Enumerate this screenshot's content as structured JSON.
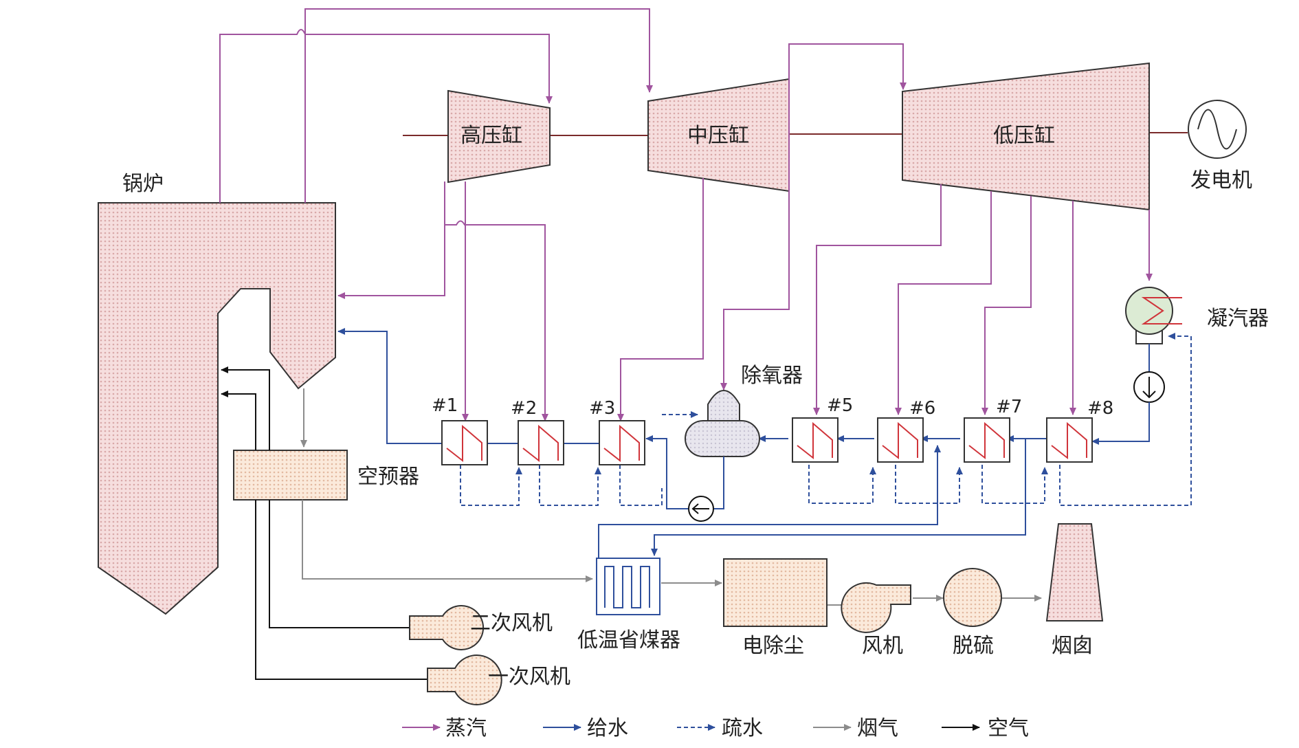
{
  "labels": {
    "boiler": "锅炉",
    "hp": "高压缸",
    "ip": "中压缸",
    "lp": "低压缸",
    "generator": "发电机",
    "condenser": "凝汽器",
    "deaerator": "除氧器",
    "airheater": "空预器",
    "economizer": "低温省煤器",
    "esp": "电除尘",
    "fan": "风机",
    "fgd": "脱硫",
    "chimney": "烟囱",
    "secondaryfan": "二次风机",
    "primaryfan": "一次风机"
  },
  "heaters": [
    {
      "id": "h1",
      "label": "#1"
    },
    {
      "id": "h2",
      "label": "#2"
    },
    {
      "id": "h3",
      "label": "#3"
    },
    {
      "id": "h5",
      "label": "#5"
    },
    {
      "id": "h6",
      "label": "#6"
    },
    {
      "id": "h7",
      "label": "#7"
    },
    {
      "id": "h8",
      "label": "#8"
    }
  ],
  "legend": [
    {
      "label": "蒸汽",
      "color": "#a0549e",
      "style": "solid"
    },
    {
      "label": "给水",
      "color": "#2e4f9c",
      "style": "solid"
    },
    {
      "label": "疏水",
      "color": "#2e4f9c",
      "style": "dashed"
    },
    {
      "label": "烟气",
      "color": "#8c8c8c",
      "style": "solid"
    },
    {
      "label": "空气",
      "color": "#111111",
      "style": "solid"
    }
  ],
  "colors": {
    "steam": "#a0549e",
    "water": "#2e4f9c",
    "flue": "#8c8c8c",
    "air": "#111111",
    "shaft": "#7a2a2a",
    "coil": "#d0343a"
  }
}
